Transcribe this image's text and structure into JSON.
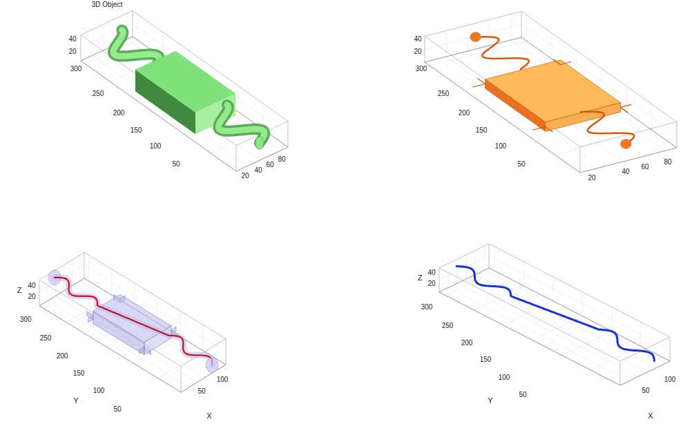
{
  "diagram": {
    "labels": [
      "3D Object",
      "40",
      "20",
      "300",
      "250",
      "200",
      "150",
      "100",
      "50",
      "20",
      "40",
      "60",
      "80",
      "40",
      "20",
      "300",
      "250",
      "200",
      "150",
      "100",
      "50",
      "20",
      "40",
      "60",
      "80",
      "Z",
      "40",
      "20",
      "300",
      "250",
      "200",
      "150",
      "100",
      "50",
      "Y",
      "50",
      "100",
      "X",
      "Z",
      "40",
      "20",
      "300",
      "250",
      "200",
      "150",
      "100",
      "50",
      "Y",
      "50",
      "100",
      "X"
    ]
  }
}
